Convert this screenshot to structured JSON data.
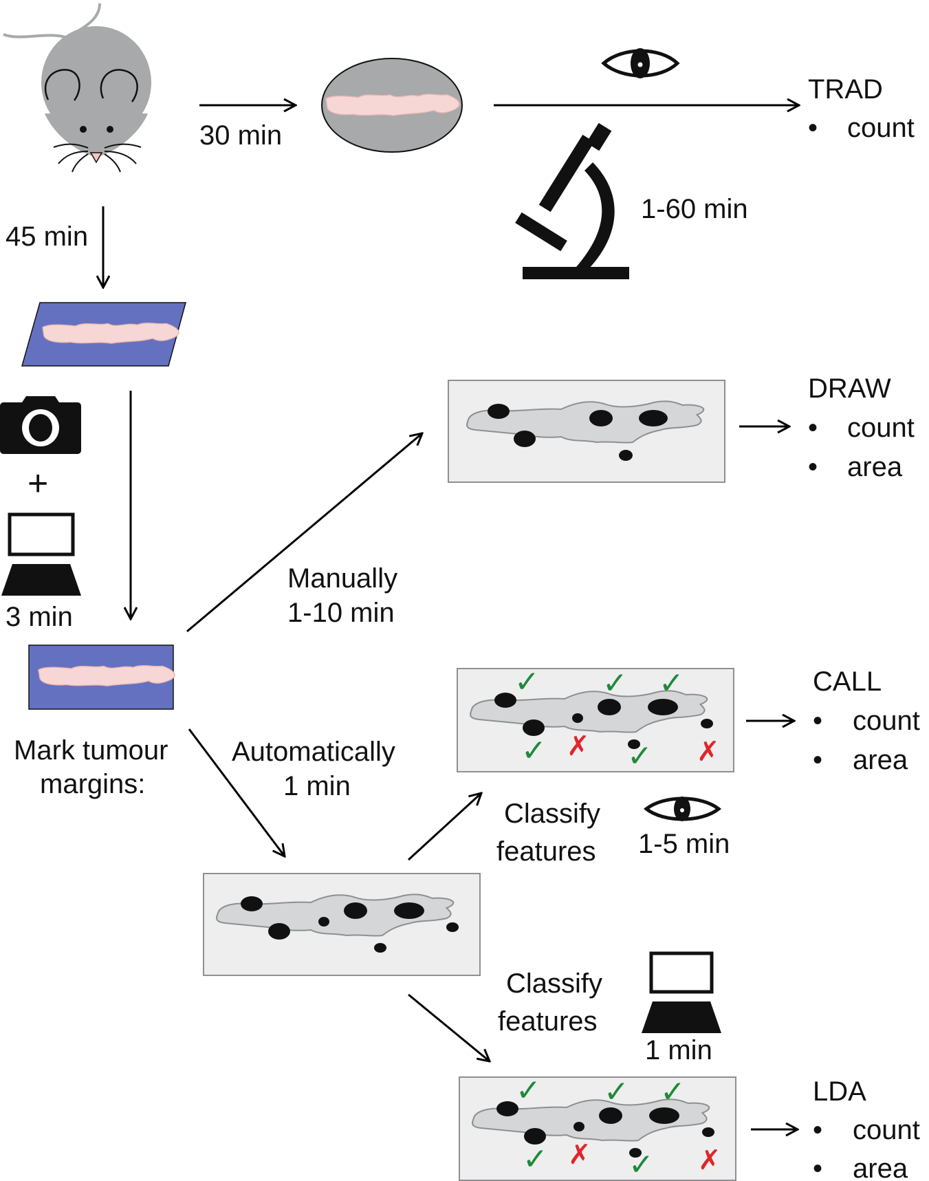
{
  "colors": {
    "mouse_body": "#a7a9ab",
    "tissue": "#f7d7d5",
    "slide": "#6471c0",
    "panel_bg": "#eeeeee",
    "tissue_outline_fill": "#d4d6d7",
    "check": "#1f8a3a",
    "cross": "#e0262b"
  },
  "icons": [
    "mouse-icon",
    "petri-dish-icon",
    "eye-icon",
    "microscope-icon",
    "camera-icon",
    "laptop-icon",
    "checkmark-icon",
    "cross-icon"
  ],
  "top_flow": {
    "mouse_to_dish_time": "30 min",
    "microscope_time": "1-60 min",
    "mouse_to_slide_time": "45 min"
  },
  "imaging": {
    "plus": "+",
    "time": "3 min"
  },
  "mark_margins": {
    "label_line1": "Mark tumour",
    "label_line2": "margins:",
    "manual_line1": "Manually",
    "manual_line2": "1-10 min",
    "auto_line1": "Automatically",
    "auto_line2": "1 min"
  },
  "classify_eye": {
    "line1": "Classify",
    "line2": "features",
    "time": "1-5 min"
  },
  "classify_computer": {
    "line1": "Classify",
    "line2": "features",
    "time": "1 min"
  },
  "methods": [
    {
      "name": "TRAD",
      "metrics": [
        "count"
      ]
    },
    {
      "name": "DRAW",
      "metrics": [
        "count",
        "area"
      ]
    },
    {
      "name": "CALL",
      "metrics": [
        "count",
        "area"
      ]
    },
    {
      "name": "LDA",
      "metrics": [
        "count",
        "area"
      ]
    }
  ],
  "bullet": "•",
  "check_glyph": "✓",
  "cross_glyph": "✗"
}
